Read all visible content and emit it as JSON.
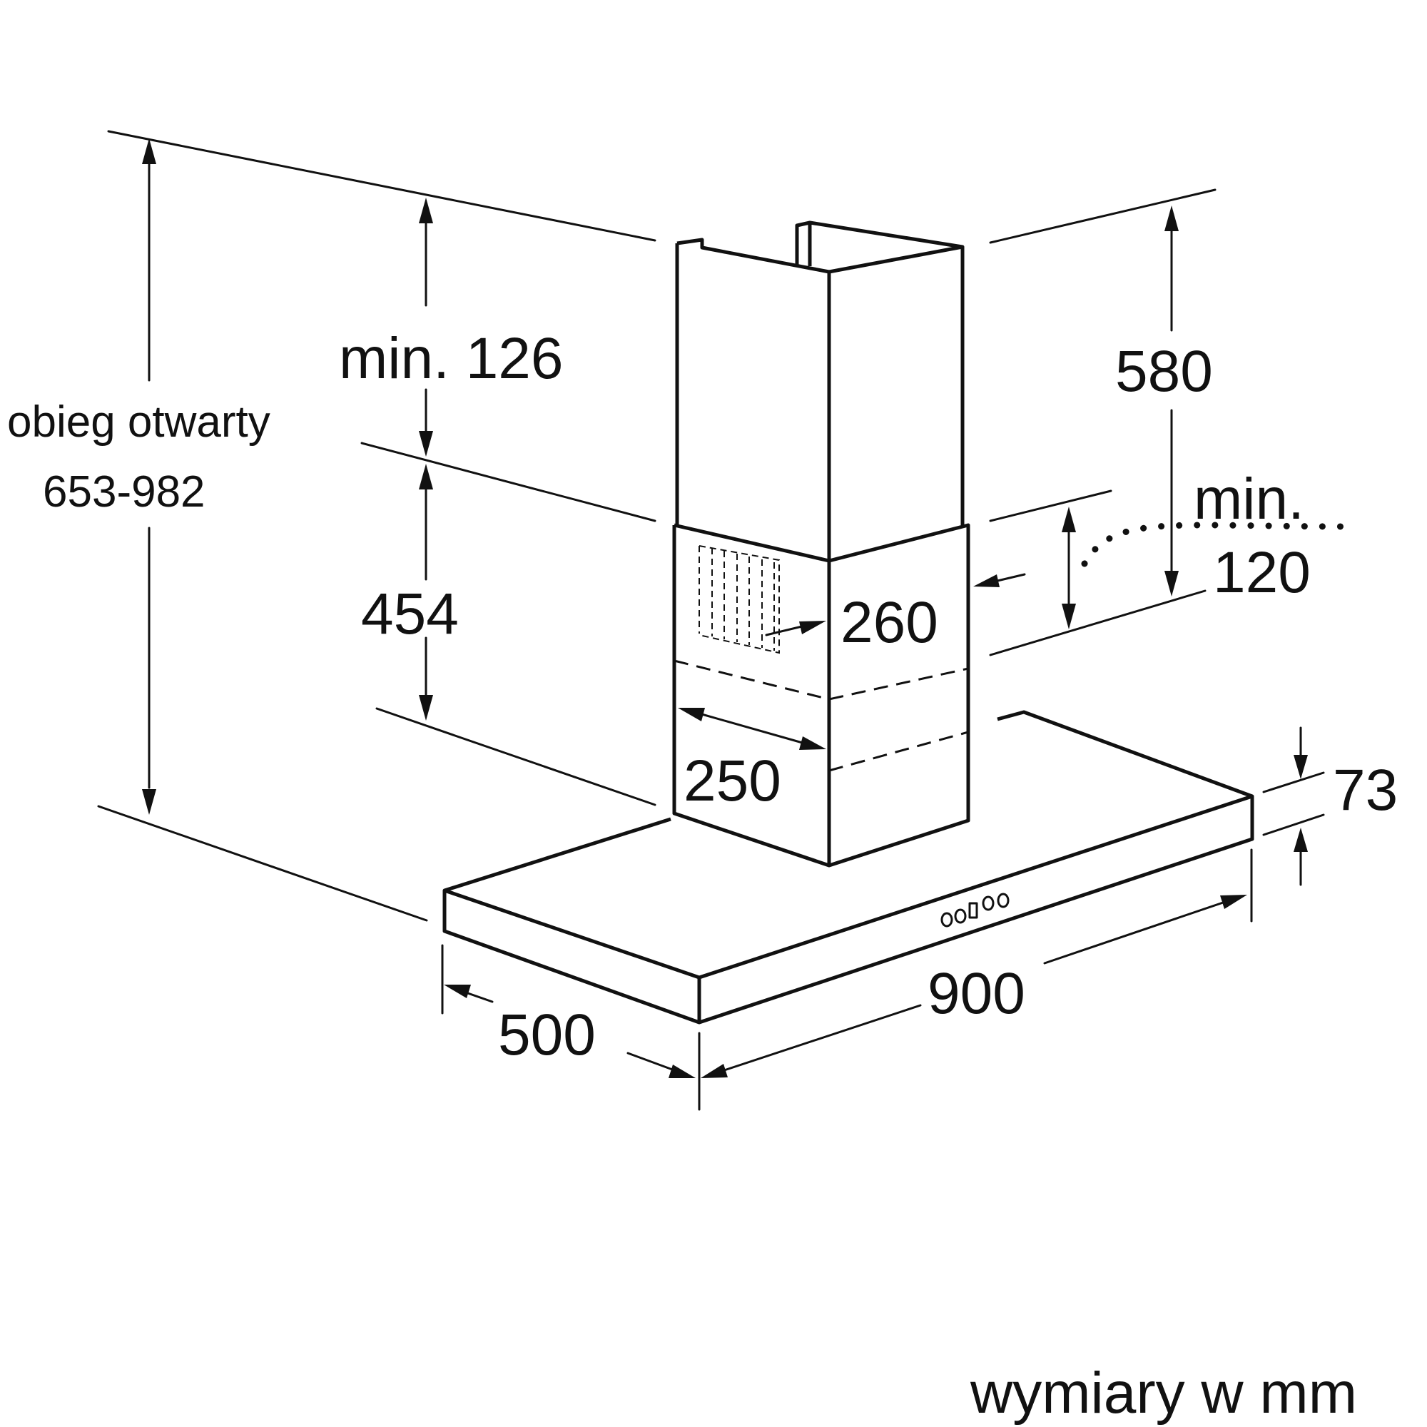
{
  "dimensions": {
    "open_circulation_label": "obieg otwarty",
    "open_circulation_range": "653-982",
    "min_ceiling_gap": "min. 126",
    "lower_chimney": "454",
    "upper_chimney": "580",
    "min_clearance_label": "min.",
    "min_clearance_value": "120",
    "chimney_depth": "260",
    "chimney_width": "250",
    "hood_height": "73",
    "hood_width": "900",
    "hood_depth": "500"
  },
  "units_note": "wymiary w mm"
}
